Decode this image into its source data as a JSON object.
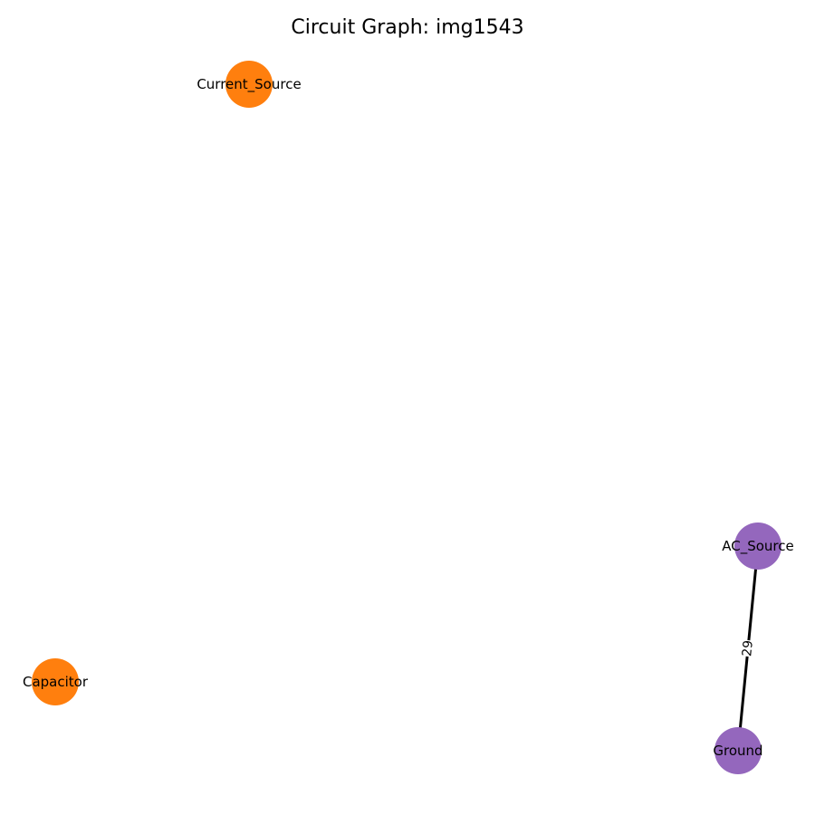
{
  "title": "Circuit Graph: img1543",
  "colors": {
    "orange": "#ff7f0e",
    "purple": "#9467bd",
    "edge": "#000000"
  },
  "nodes": [
    {
      "id": "current_source",
      "label": "Current_Source",
      "color": "#ff7f0e"
    },
    {
      "id": "capacitor",
      "label": "Capacitor",
      "color": "#ff7f0e"
    },
    {
      "id": "ac_source",
      "label": "AC_Source",
      "color": "#9467bd"
    },
    {
      "id": "ground",
      "label": "Ground",
      "color": "#9467bd"
    }
  ],
  "edges": [
    {
      "source": "ac_source",
      "target": "ground",
      "label": "29"
    }
  ]
}
